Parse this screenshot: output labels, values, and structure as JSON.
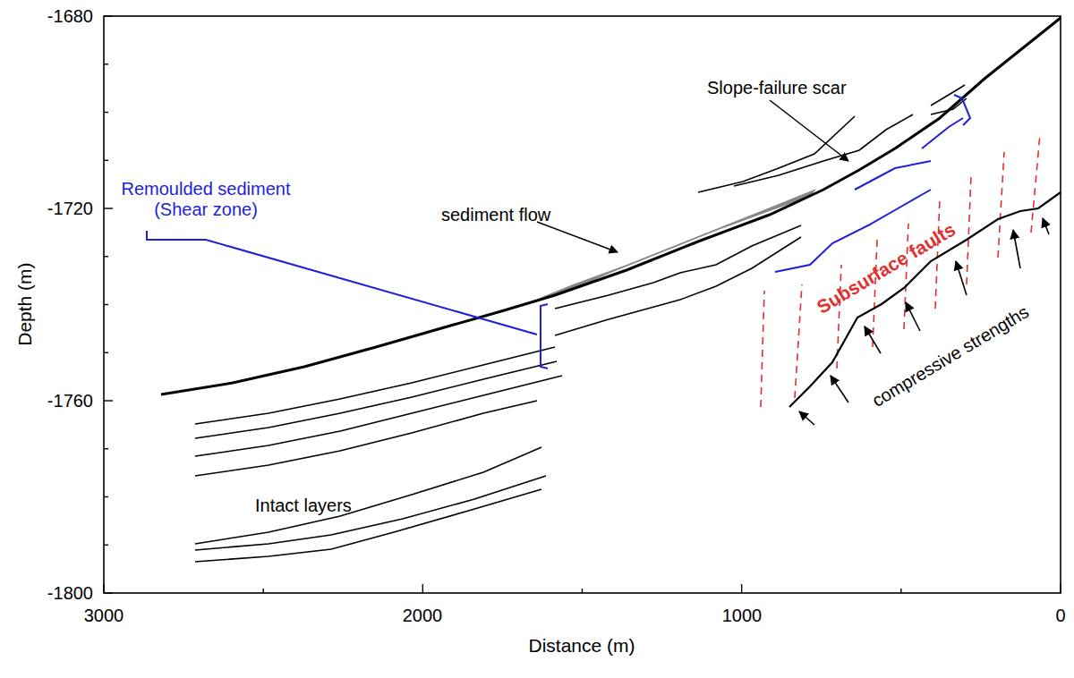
{
  "diagram": {
    "labels": [
      "Slope-failure scar",
      "sediment flow",
      "Remoulded sediment (Shear zone)",
      "Subsurface faults",
      "compressive strengths",
      "Intact layers",
      "-1680",
      "-1720",
      "-1760",
      "-1800",
      "3000",
      "2000",
      "1000",
      "0",
      "Depth (m)",
      "Distance (m)"
    ]
  }
}
